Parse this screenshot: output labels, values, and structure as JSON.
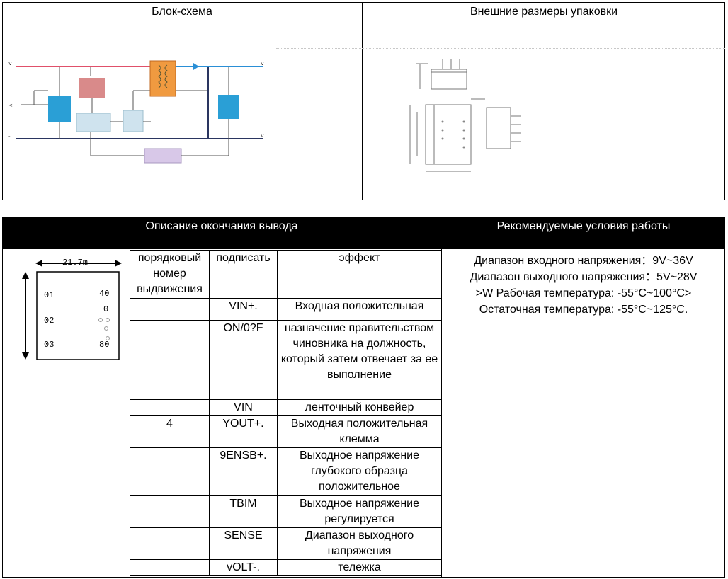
{
  "top": {
    "left_title": "Блок-схема",
    "right_title": "Внешние размеры упаковки"
  },
  "bottom": {
    "left_header": "Описание окончания вывода",
    "right_header": "Рекомендуемые условия работы"
  },
  "package_drawing": {
    "width_label": "21.7m",
    "pins_left": [
      "01",
      "02",
      "03"
    ],
    "pins_right": [
      "40",
      "0",
      "80"
    ]
  },
  "pin_table": {
    "headers": [
      "порядковый номер выдвижения",
      "подписать",
      "эффект"
    ],
    "rows": [
      {
        "num": "",
        "sign": "VIN+.",
        "effect": "Входная положительная"
      },
      {
        "num": "",
        "sign": "ON/0?F",
        "effect": "назначение правительством чиновника на должность, который затем отвечает за ее выполнение"
      },
      {
        "num": "",
        "sign": "VIN",
        "effect": "ленточный конвейер"
      },
      {
        "num": "4",
        "sign": "YOUT+.",
        "effect": "Выходная положительная клемма"
      },
      {
        "num": "",
        "sign": "9ENSB+.",
        "effect": "Выходное напряжение глубокого образца положительное"
      },
      {
        "num": "",
        "sign": "TBIM",
        "effect": "Выходное напряжение регулируется"
      },
      {
        "num": "",
        "sign": "SENSE",
        "effect": "Диапазон выходного напряжения"
      },
      {
        "num": "",
        "sign": "vOLT-.",
        "effect": "тележка"
      }
    ]
  },
  "conditions": [
    "Диапазон входного напряжения：9V~36V",
    "Диапазон выходного напряжения：5V~28V",
    ">W Рабочая температура: -55°C~100°C>",
    "Остаточная температура: -55°C~125°C."
  ]
}
